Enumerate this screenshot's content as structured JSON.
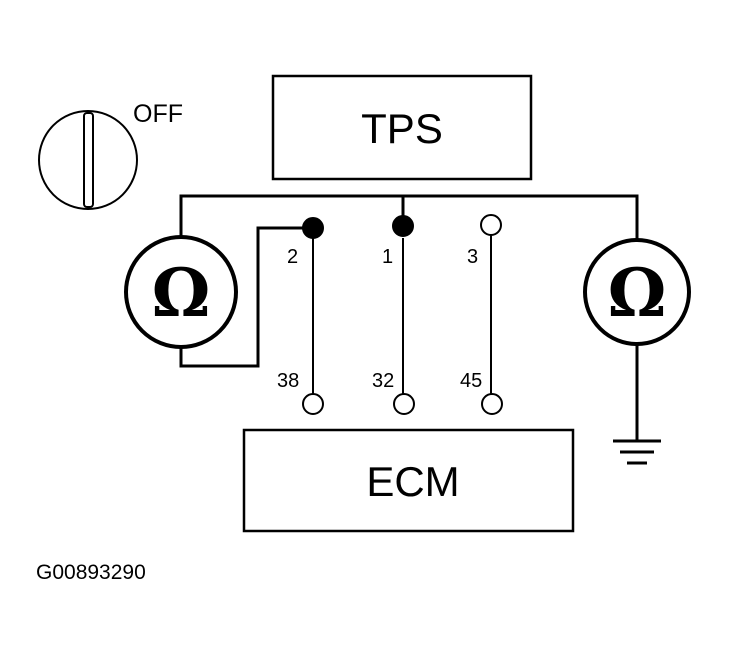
{
  "components": {
    "tps": {
      "label": "TPS"
    },
    "ecm": {
      "label": "ECM"
    },
    "ignition_switch": {
      "label": "OFF"
    },
    "ohmmeter_left": {
      "symbol": "Ω"
    },
    "ohmmeter_right": {
      "symbol": "Ω"
    }
  },
  "terminals": {
    "tps_pins": [
      {
        "label": "2",
        "state": "connected"
      },
      {
        "label": "1",
        "state": "connected"
      },
      {
        "label": "3",
        "state": "open"
      }
    ],
    "ecm_pins": [
      {
        "label": "38"
      },
      {
        "label": "32"
      },
      {
        "label": "45"
      }
    ]
  },
  "figure_id": "G00893290",
  "colors": {
    "line": "#000000",
    "background": "#ffffff"
  }
}
